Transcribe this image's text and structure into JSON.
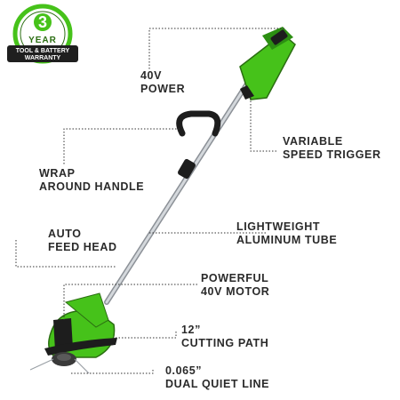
{
  "badge": {
    "years": "3",
    "year_word": "YEAR",
    "ribbon_line1": "TOOL & BATTERY",
    "ribbon_line2": "WARRANTY"
  },
  "callouts": [
    {
      "line1": "40V",
      "line2": "POWER"
    },
    {
      "line1": "VARIABLE",
      "line2": "SPEED TRIGGER"
    },
    {
      "line1": "WRAP",
      "line2": "AROUND HANDLE"
    },
    {
      "line1": "LIGHTWEIGHT",
      "line2": "ALUMINUM TUBE"
    },
    {
      "line1": "AUTO",
      "line2": "FEED HEAD"
    },
    {
      "line1": "POWERFUL",
      "line2": "40V MOTOR"
    },
    {
      "line1": "12”",
      "line2": "CUTTING PATH"
    },
    {
      "line1": "0.065”",
      "line2": "DUAL QUIET LINE"
    }
  ],
  "colors": {
    "brand_green": "#46c21a",
    "dark_green": "#2b6e12",
    "tube": "#b9bec4",
    "text": "#2a2a2a",
    "leader": "#333333"
  },
  "icons": {
    "badge": "warranty-badge-icon",
    "product": "string-trimmer-illustration"
  }
}
